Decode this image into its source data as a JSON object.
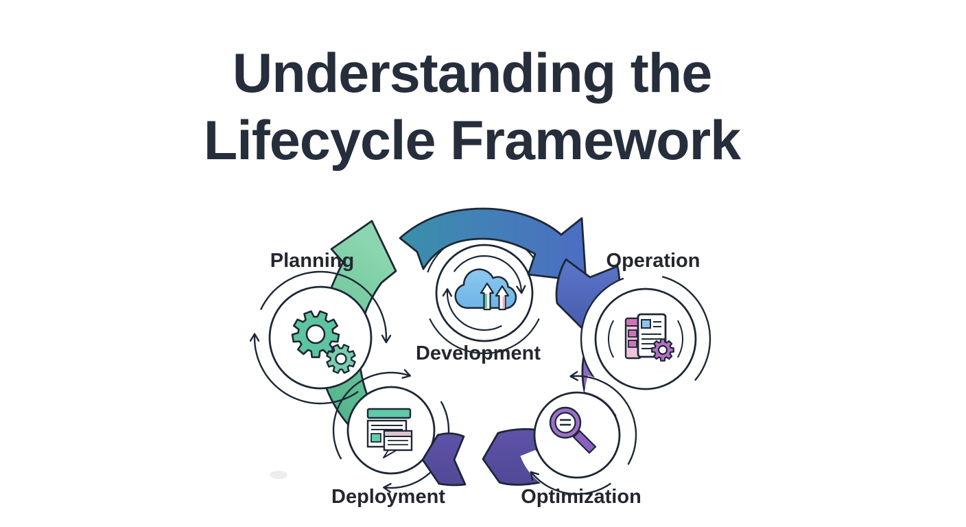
{
  "title": {
    "line1": "Understanding the",
    "line2": "Lifecycle Framework"
  },
  "diagram": {
    "type": "circular-lifecycle",
    "flow": "Planning → Development → Operation → Optimization → Deployment → Planning",
    "stages": [
      {
        "id": "planning",
        "label": "Planning",
        "icon": "gears-icon",
        "position": "left"
      },
      {
        "id": "development",
        "label": "Development",
        "icon": "cloud-upload-icon",
        "position": "top-center"
      },
      {
        "id": "operation",
        "label": "Operation",
        "icon": "document-gear-icon",
        "position": "right"
      },
      {
        "id": "optimization",
        "label": "Optimization",
        "icon": "magnifier-icon",
        "position": "bottom-right"
      },
      {
        "id": "deployment",
        "label": "Deployment",
        "icon": "browser-windows-icon",
        "position": "bottom-left"
      }
    ],
    "colors": {
      "outline": "#1d2735",
      "label_text": "#23272f",
      "title_text": "#262e3c",
      "green_dark": "#45ad83",
      "green_light": "#8bd6ae",
      "arc_teal": "#3a90ab",
      "arc_blue": "#4c6dc3",
      "indigo_light": "#5b76c8",
      "indigo_dark": "#485cb0",
      "purple_light": "#a87cce",
      "purple_dark": "#7b5fb8",
      "chevron_light": "#5e53a8",
      "chevron_dark": "#514896",
      "teal_icon": "#5ec4a0",
      "blue_cloud": "#7cc2ec",
      "pink_icon": "#cf74b6",
      "violet_icon": "#b370c2",
      "magnifier_purple": "#9e70ca"
    }
  }
}
